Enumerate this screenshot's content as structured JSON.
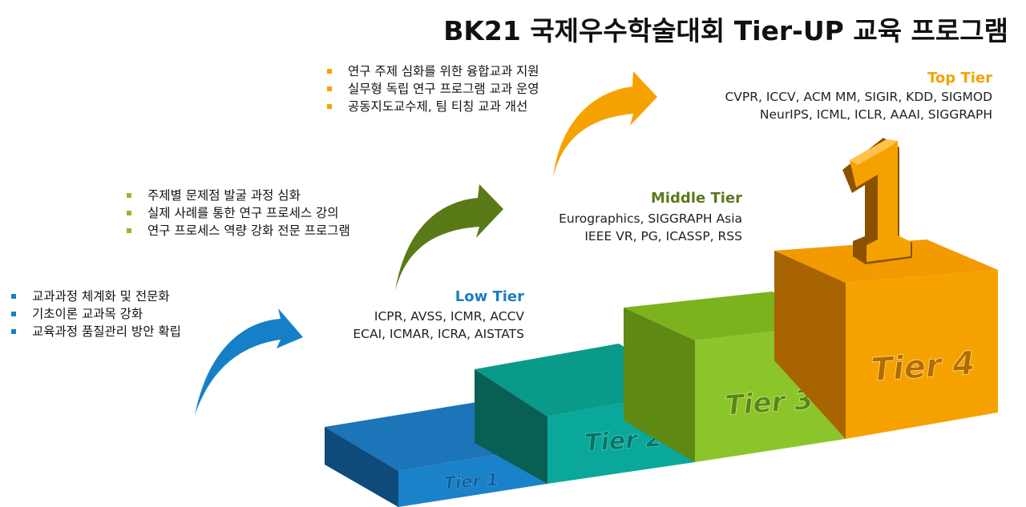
{
  "title": "BK21 국제우수학술대회 Tier-UP 교육 프로그램",
  "bullets_low": [
    "교과과정 체계화 및 전문화",
    "기초이론 교과목 강화",
    "교육과정 품질관리 방안 확립"
  ],
  "bullets_middle": [
    "주제별 문제점 발굴 과정 심화",
    "실제 사례를 통한 연구 프로세스 강의",
    "연구 프로세스 역량 강화 전문 프로그램"
  ],
  "bullets_top": [
    "연구 주제 심화를 위한 융합교과 지원",
    "실무형 독립 연구 프로그램 교과 운영",
    "공동지도교수제, 팀 티칭 교과 개선"
  ],
  "tiers": {
    "low": {
      "name": "Low Tier",
      "lines": [
        "ICPR, AVSS, ICMR, ACCV",
        "ECAI, ICMAR, ICRA, AISTATS"
      ],
      "color": "#1a7fc5"
    },
    "middle": {
      "name": "Middle Tier",
      "lines": [
        "Eurographics, SIGGRAPH Asia",
        "IEEE VR, PG, ICASSP, RSS"
      ],
      "color": "#5a7a1a"
    },
    "top": {
      "name": "Top Tier",
      "lines": [
        "CVPR, ICCV, ACM MM, SIGIR, KDD, SIGMOD",
        "NeurIPS, ICML, ICLR, AAAI, SIGGRAPH"
      ],
      "color": "#f5a200"
    }
  },
  "steps": [
    "Tier 1",
    "Tier 2",
    "Tier 3",
    "Tier 4"
  ],
  "podium_number": "1"
}
